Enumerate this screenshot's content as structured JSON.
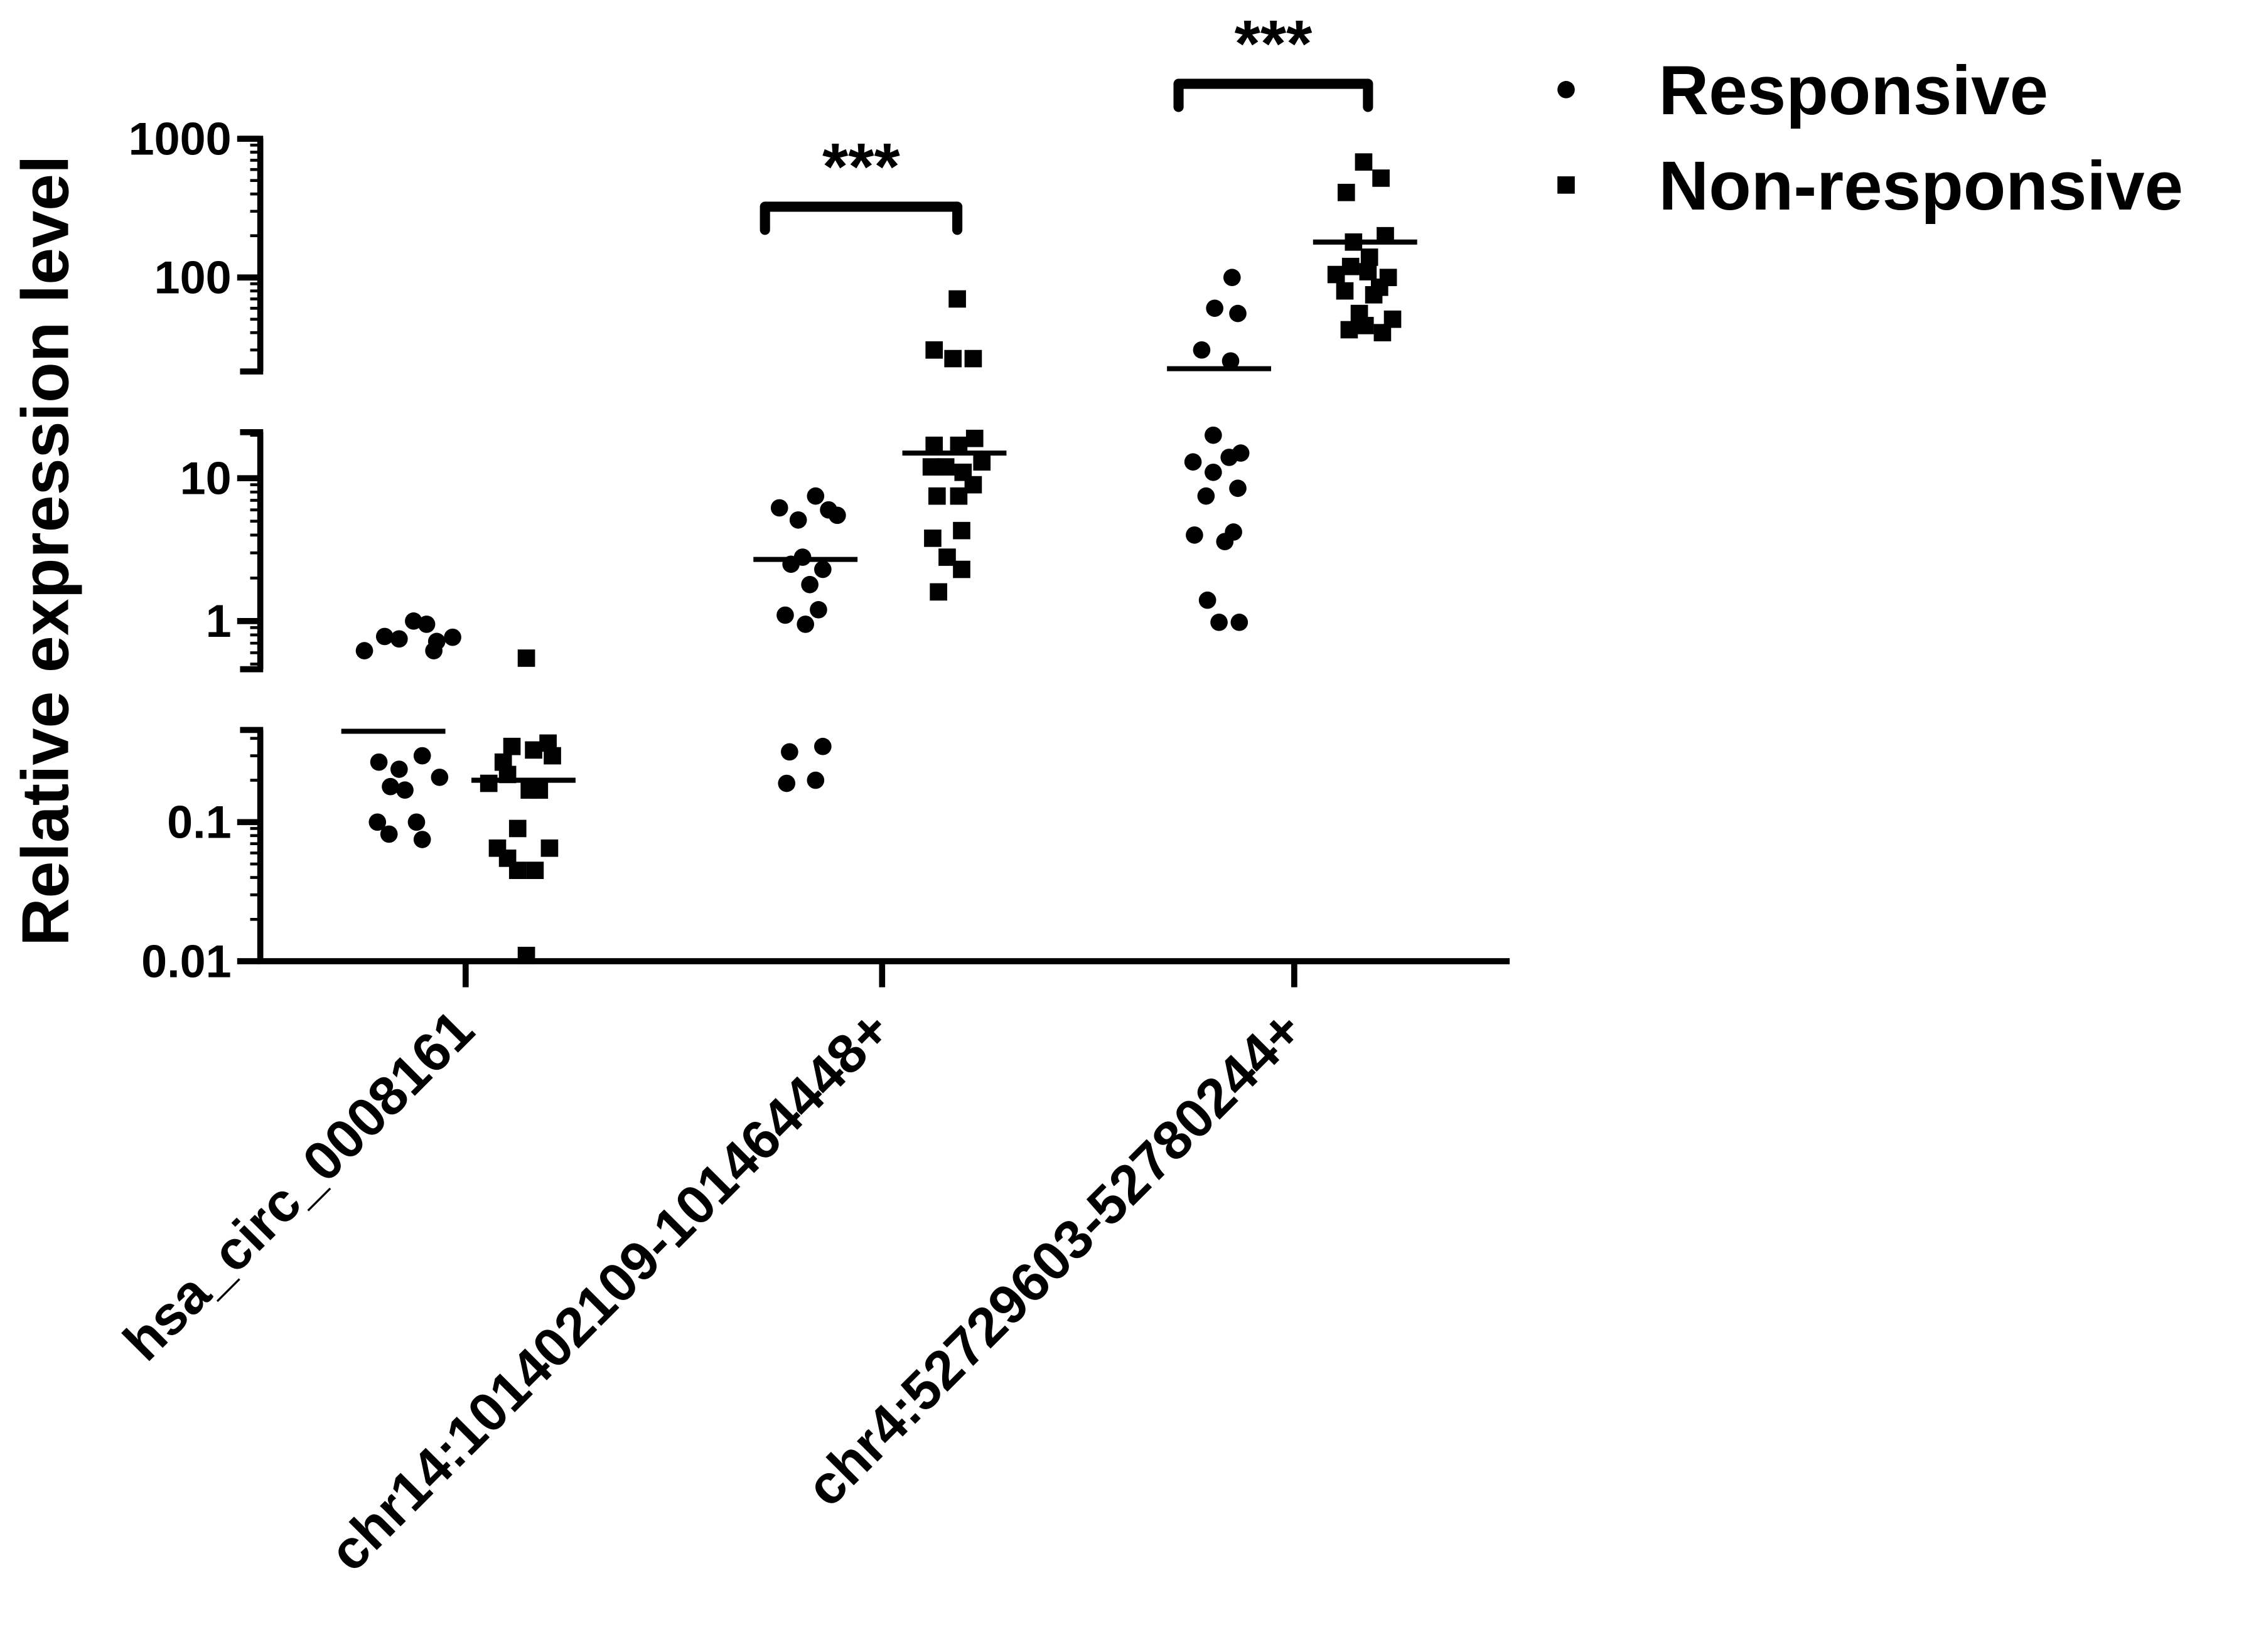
{
  "chart_data": {
    "type": "scatter",
    "ylabel": "Relative expression level",
    "y_scale": "log (segmented axis)",
    "ylim": [
      0.01,
      1000
    ],
    "y_ticks": [
      {
        "value": 0.01,
        "label": "0.01"
      },
      {
        "value": 0.1,
        "label": "0.1"
      },
      {
        "value": 1,
        "label": "1"
      },
      {
        "value": 10,
        "label": "10"
      },
      {
        "value": 100,
        "label": "100"
      },
      {
        "value": 1000,
        "label": "1000"
      }
    ],
    "categories": [
      "hsa_circ_0008161",
      "chr14:101402109-101464448+",
      "chr4:52729603-52780244+"
    ],
    "legend": {
      "position": "top-right",
      "entries": [
        {
          "label": "Responsive",
          "marker": "circle"
        },
        {
          "label": "Non-responsive",
          "marker": "square"
        }
      ]
    },
    "series": [
      {
        "name": "Responsive",
        "marker": "circle",
        "points": [
          [
            [
              -6,
              0.78
            ],
            [
              4,
              0.75
            ],
            [
              14,
              1.0
            ],
            [
              23,
              0.95
            ],
            [
              30,
              0.72
            ],
            [
              41,
              0.77
            ],
            [
              -2,
              0.18
            ],
            [
              20,
              0.3
            ],
            [
              -11,
              0.1
            ],
            [
              -3,
              0.082
            ],
            [
              4,
              0.24
            ],
            [
              8,
              0.17
            ],
            [
              16,
              0.1
            ],
            [
              20,
              0.075
            ],
            [
              32,
              0.21
            ],
            [
              -20,
              0.62
            ],
            [
              28,
              0.62
            ],
            [
              -10,
              0.27
            ]
          ],
          [
            [
              -18,
              6.2
            ],
            [
              -5,
              5.1
            ],
            [
              7,
              7.5
            ],
            [
              16,
              6.0
            ],
            [
              -10,
              2.5
            ],
            [
              3,
              1.8
            ],
            [
              12,
              2.3
            ],
            [
              -14,
              1.1
            ],
            [
              0,
              0.95
            ],
            [
              9,
              1.2
            ],
            [
              -11,
              0.32
            ],
            [
              12,
              0.35
            ],
            [
              -13,
              0.19
            ],
            [
              7,
              0.2
            ],
            [
              22,
              5.5
            ],
            [
              -2,
              2.8
            ]
          ],
          [
            [
              9,
              100
            ],
            [
              -3,
              60
            ],
            [
              13,
              55
            ],
            [
              -12,
              30
            ],
            [
              8,
              25
            ],
            [
              -4,
              20
            ],
            [
              7,
              14
            ],
            [
              -18,
              13
            ],
            [
              -4,
              11
            ],
            [
              15,
              15
            ],
            [
              -9,
              7.5
            ],
            [
              13,
              8.5
            ],
            [
              -17,
              4.0
            ],
            [
              4,
              3.6
            ],
            [
              10,
              4.2
            ],
            [
              -8,
              1.4
            ],
            [
              0,
              0.98
            ],
            [
              14,
              0.98
            ]
          ]
        ]
      },
      {
        "name": "Non-responsive",
        "marker": "square",
        "points": [
          [
            [
              2,
              0.55
            ],
            [
              -14,
              0.27
            ],
            [
              -8,
              0.35
            ],
            [
              7,
              0.33
            ],
            [
              17,
              0.37
            ],
            [
              20,
              0.3
            ],
            [
              -24,
              0.19
            ],
            [
              -11,
              0.22
            ],
            [
              4,
              0.17
            ],
            [
              11,
              0.17
            ],
            [
              -4,
              0.09
            ],
            [
              -18,
              0.065
            ],
            [
              -4,
              0.045
            ],
            [
              8,
              0.045
            ],
            [
              -11,
              0.055
            ],
            [
              18,
              0.065
            ],
            [
              2,
              0.011
            ]
          ],
          [
            [
              2,
              70
            ],
            [
              -14,
              30
            ],
            [
              -1,
              26
            ],
            [
              13,
              26
            ],
            [
              -14,
              17
            ],
            [
              3,
              17
            ],
            [
              14,
              19
            ],
            [
              -16,
              12
            ],
            [
              -6,
              12
            ],
            [
              6,
              11
            ],
            [
              19,
              13
            ],
            [
              -12,
              7.5
            ],
            [
              3,
              7.5
            ],
            [
              13,
              9
            ],
            [
              -15,
              3.8
            ],
            [
              5,
              4.3
            ],
            [
              -5,
              2.8
            ],
            [
              5,
              2.3
            ],
            [
              -11,
              1.6
            ]
          ],
          [
            [
              -1,
              680
            ],
            [
              -13,
              410
            ],
            [
              11,
              520
            ],
            [
              -8,
              180
            ],
            [
              3,
              140
            ],
            [
              14,
              200
            ],
            [
              -20,
              105
            ],
            [
              -10,
              120
            ],
            [
              2,
              110
            ],
            [
              10,
              85
            ],
            [
              16,
              100
            ],
            [
              -14,
              80
            ],
            [
              6,
              75
            ],
            [
              -11,
              42
            ],
            [
              0,
              45
            ],
            [
              12,
              40
            ],
            [
              -4,
              55
            ],
            [
              19,
              50
            ]
          ]
        ]
      }
    ],
    "medians": [
      [
        0.45,
        0.2
      ],
      [
        2.7,
        15
      ],
      [
        22,
        180
      ]
    ],
    "significance": [
      {
        "category_index": 1,
        "label": "***"
      },
      {
        "category_index": 2,
        "label": "***"
      }
    ]
  }
}
